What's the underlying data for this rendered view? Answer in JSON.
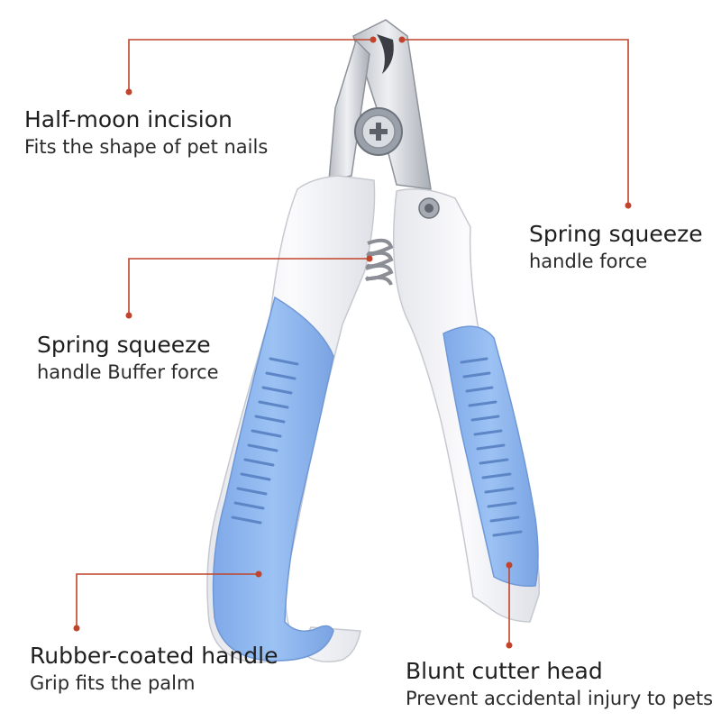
{
  "callouts": [
    {
      "heading": "Half-moon incision",
      "sub": "Fits the shape of pet nails"
    },
    {
      "heading": "Spring squeeze",
      "sub": "handle force"
    },
    {
      "heading": "Spring squeeze",
      "sub": "handle Buffer force"
    },
    {
      "heading": "Rubber-coated handle",
      "sub": "Grip fits the palm"
    },
    {
      "heading": "Blunt cutter head",
      "sub": "Prevent accidental injury to pets"
    }
  ],
  "colors": {
    "leader_line": "#c0442b",
    "grip_blue": "#8fb7ef",
    "handle_white": "#f5f5f8",
    "steel": "#cfd2d8"
  }
}
